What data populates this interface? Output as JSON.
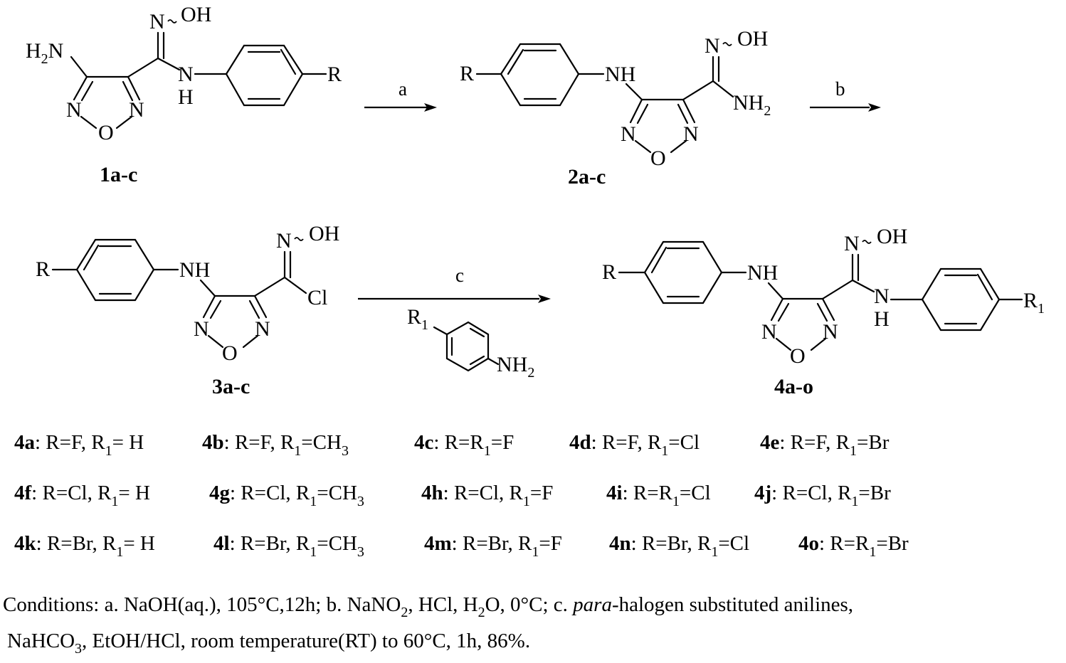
{
  "compounds": {
    "c1": "1a-c",
    "c2": "2a-c",
    "c3": "3a-c",
    "c4": "4a-o"
  },
  "atoms": {
    "oh": "OH",
    "n": "N",
    "o": "O",
    "nh": "NH",
    "h": "H",
    "r": "R",
    "r1": "R",
    "r1_sub": "1",
    "cl": "Cl",
    "nh2": "NH",
    "nh2_sub": "2",
    "h2n": "H",
    "h2n_sub": "2",
    "h2n_n": "N"
  },
  "steps": {
    "a": "a",
    "b": "b",
    "c": "c"
  },
  "variants": [
    {
      "id": "4a",
      "text": ": R=F, R",
      "sub": "1",
      "rest": "= H"
    },
    {
      "id": "4b",
      "text": ": R=F, R",
      "sub": "1",
      "rest": "=CH",
      "sub2": "3"
    },
    {
      "id": "4c",
      "text": ": R=R",
      "sub": "1",
      "rest": "=F"
    },
    {
      "id": "4d",
      "text": ": R=F, R",
      "sub": "1",
      "rest": "=Cl"
    },
    {
      "id": "4e",
      "text": ": R=F, R",
      "sub": "1",
      "rest": "=Br"
    },
    {
      "id": "4f",
      "text": ": R=Cl, R",
      "sub": "1",
      "rest": "= H"
    },
    {
      "id": "4g",
      "text": ": R=Cl, R",
      "sub": "1",
      "rest": "=CH",
      "sub2": "3"
    },
    {
      "id": "4h",
      "text": ": R=Cl, R",
      "sub": "1",
      "rest": "=F"
    },
    {
      "id": "4i",
      "text": ": R=R",
      "sub": "1",
      "rest": "=Cl"
    },
    {
      "id": "4j",
      "text": ": R=Cl, R",
      "sub": "1",
      "rest": "=Br"
    },
    {
      "id": "4k",
      "text": ": R=Br, R",
      "sub": "1",
      "rest": "= H"
    },
    {
      "id": "4l",
      "text": ": R=Br, R",
      "sub": "1",
      "rest": "=CH",
      "sub2": "3"
    },
    {
      "id": "4m",
      "text": ": R=Br, R",
      "sub": "1",
      "rest": "=F"
    },
    {
      "id": "4n",
      "text": ": R=Br, R",
      "sub": "1",
      "rest": "=Cl"
    },
    {
      "id": "4o",
      "text": ": R=R",
      "sub": "1",
      "rest": "=Br"
    }
  ],
  "conditions": {
    "l1_a": "Conditions: a. NaOH(aq.), 105°C,12h; b. NaNO",
    "l1_a_sub": "2",
    "l1_b": ", HCl, H",
    "l1_b_sub": "2",
    "l1_c": "O, 0°C;  c. ",
    "l1_italic": "para",
    "l1_d": "-halogen substituted anilines,",
    "l2_a": "NaHCO",
    "l2_a_sub": "3",
    "l2_b": ", EtOH/HCl, room temperature(RT) to 60°C, 1h, 86%."
  }
}
